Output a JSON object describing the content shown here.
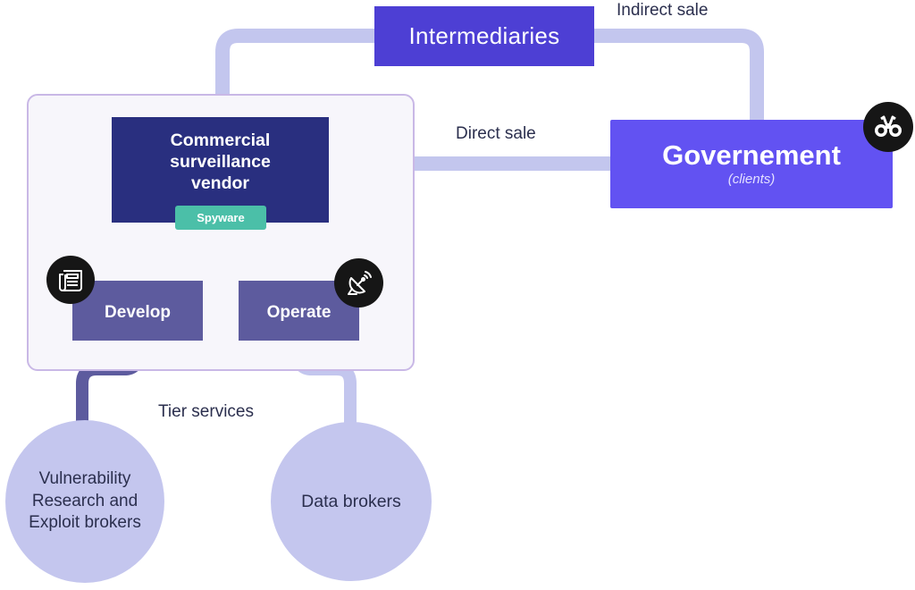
{
  "nodes": {
    "intermediaries": "Intermediaries",
    "government": {
      "title": "Governement",
      "subtitle": "(clients)"
    },
    "vendor": {
      "line1": "Commercial",
      "line2": "surveillance",
      "line3": "vendor"
    },
    "spyware": "Spyware",
    "develop": "Develop",
    "operate": "Operate",
    "vulnerability_brokers": {
      "line1": "Vulnerability",
      "line2": "Research and",
      "line3": "Exploit brokers"
    },
    "data_brokers": "Data brokers"
  },
  "edge_labels": {
    "indirect_sale": "Indirect sale",
    "direct_sale": "Direct sale",
    "tier_services": "Tier services"
  },
  "icons": {
    "government": "binoculars-icon",
    "develop": "newspaper-icon",
    "operate": "satellite-dish-icon"
  },
  "colors": {
    "connector_light": "#c3c6ee",
    "connector_dark": "#5d5b9e",
    "intermediaries": "#4d3fd4",
    "government": "#6252f2",
    "vendor": "#292f7f",
    "spyware": "#4bbfa8",
    "develop_operate": "#5d5b9e",
    "circles": "#c4c6ee"
  }
}
